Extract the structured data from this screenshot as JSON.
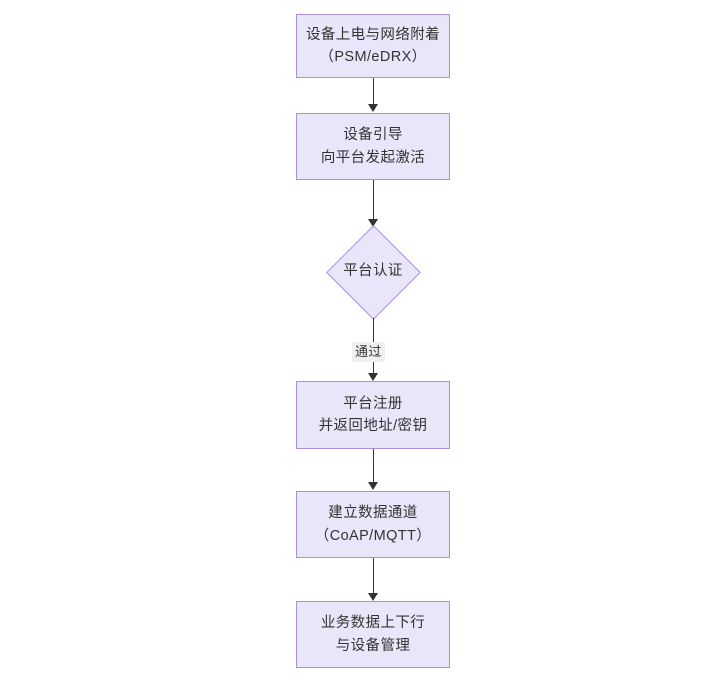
{
  "diagram": {
    "type": "flowchart",
    "orientation": "top-to-bottom",
    "title": "",
    "theme": {
      "node_fill": "#e9e6fa",
      "node_border": "#ab8ee0",
      "text_color": "#333333",
      "edge_color": "#333333",
      "edge_label_background": "#efefef",
      "canvas_background": "#ffffff"
    },
    "nodes": [
      {
        "id": "n1",
        "shape": "rectangle",
        "lines": [
          "设备上电与网络附着",
          "（PSM/eDRX）"
        ]
      },
      {
        "id": "n2",
        "shape": "rectangle",
        "lines": [
          "设备引导",
          "向平台发起激活"
        ]
      },
      {
        "id": "n3",
        "shape": "diamond",
        "lines": [
          "平台认证"
        ]
      },
      {
        "id": "n4",
        "shape": "rectangle",
        "lines": [
          "平台注册",
          "并返回地址/密钥"
        ]
      },
      {
        "id": "n5",
        "shape": "rectangle",
        "lines": [
          "建立数据通道",
          "（CoAP/MQTT）"
        ]
      },
      {
        "id": "n6",
        "shape": "rectangle",
        "lines": [
          "业务数据上下行",
          "与设备管理"
        ]
      }
    ],
    "edges": [
      {
        "id": "e1",
        "from": "n1",
        "to": "n2",
        "label": ""
      },
      {
        "id": "e2",
        "from": "n2",
        "to": "n3",
        "label": ""
      },
      {
        "id": "e3",
        "from": "n3",
        "to": "n4",
        "label": "通过"
      },
      {
        "id": "e4",
        "from": "n4",
        "to": "n5",
        "label": ""
      },
      {
        "id": "e5",
        "from": "n5",
        "to": "n6",
        "label": ""
      }
    ]
  }
}
